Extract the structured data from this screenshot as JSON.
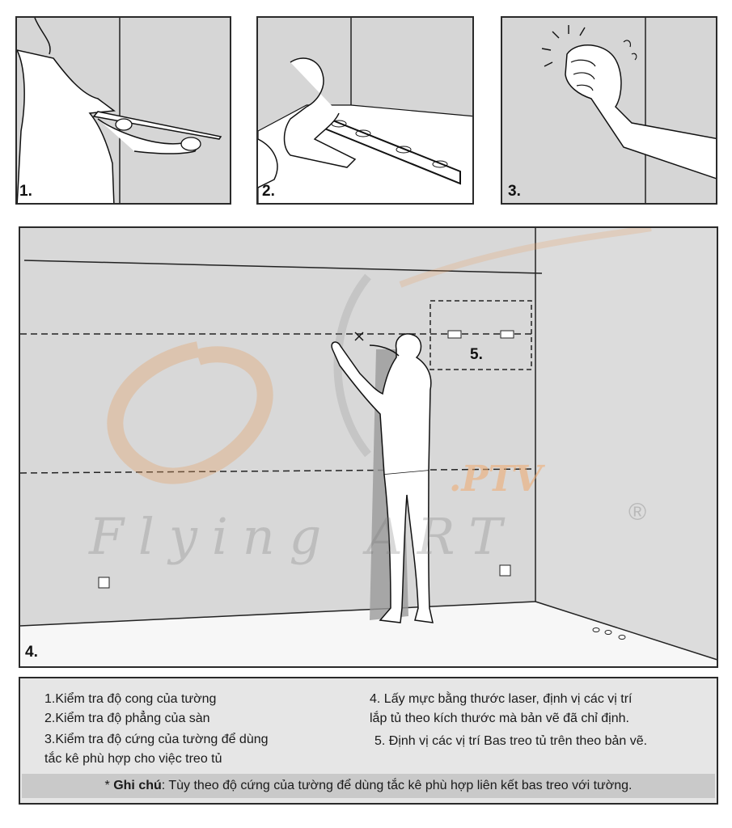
{
  "steps": {
    "s1": "1.",
    "s2": "2.",
    "s3": "3.",
    "s4": "4.",
    "s5": "5."
  },
  "watermark": {
    "script_text": "Flying ART",
    "brand_text": ".PTV",
    "registered": "®"
  },
  "notes": {
    "left": [
      "1.Kiểm tra độ cong của tường",
      "2.Kiểm tra độ phẳng của sàn",
      "3.Kiểm tra độ cứng của tường để dùng",
      "tắc kê phù hợp cho việc treo tủ"
    ],
    "right": [
      "4. Lấy mực bằng thước laser, định vị các vị trí",
      "lắp tủ theo kích thước mà bản vẽ đã chỉ định.",
      "5. Định vị các vị trí Bas treo tủ trên theo bản vẽ."
    ],
    "footnote_label": "Ghi chú",
    "footnote_prefix": "* ",
    "footnote_text": ": Tùy theo độ cứng của tường để dùng tắc kê phù hợp liên kết bas treo với tường."
  }
}
